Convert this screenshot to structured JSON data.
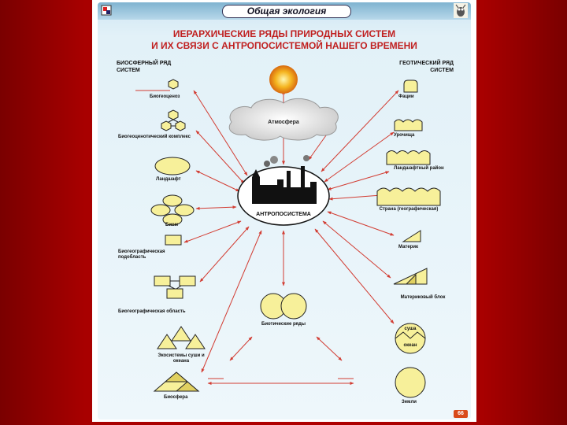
{
  "header": {
    "title": "Общая экология",
    "logo_icon": "app-logo-icon",
    "emblem_icon": "owl-emblem-icon"
  },
  "title": {
    "line1": "ИЕРАРХИЧЕСКИЕ РЯДЫ ПРИРОДНЫХ СИСТЕМ",
    "line2": "И ИХ СВЯЗИ С АНТРОПОСИСТЕМОЙ НАШЕГО ВРЕМЕНИ"
  },
  "left_column": {
    "heading_line1": "БИОСФЕРНЫЙ РЯД",
    "heading_line2": "СИСТЕМ",
    "items": [
      "Биогеоценоз",
      "Биогеоценотический комплекс",
      "Ландшафт",
      "Биом",
      "Биогеографическая подобласть",
      "Биогеографическая область",
      "Экосистемы суши и океана",
      "Биосфера"
    ]
  },
  "right_column": {
    "heading_line1": "ГЕОТИЧЕСКИЙ РЯД",
    "heading_line2": "СИСТЕМ",
    "items": [
      "Фации",
      "Урочища",
      "Ландшафтный район",
      "Страна (географическая)",
      "Материк",
      "Материковый блок",
      "Земли"
    ]
  },
  "center": {
    "atmosphere": "Атмосфера",
    "anthroposystem": "АНТРОПОСИСТЕМА",
    "biotic_rows": "Биотические ряды",
    "crust_top": "суша",
    "crust_bottom": "океан"
  },
  "colors": {
    "accent": "#c02020",
    "shape_fill": "#f7f09a",
    "shape_stroke": "#222222",
    "arrow": "#d23c32",
    "background": "#b00000",
    "badge": "#d94a1a"
  },
  "badge": "66"
}
